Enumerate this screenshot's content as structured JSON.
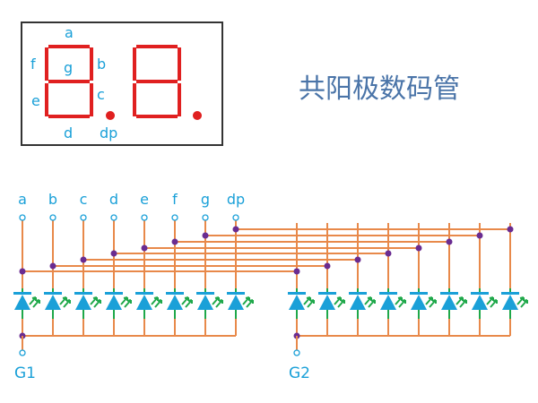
{
  "title": "共阳极数码管",
  "segment_labels": {
    "a": "a",
    "b": "b",
    "c": "c",
    "d": "d",
    "e": "e",
    "f": "f",
    "g": "g",
    "dp": "dp"
  },
  "pins": [
    "a",
    "b",
    "c",
    "d",
    "e",
    "f",
    "g",
    "dp"
  ],
  "grounds": [
    "G1",
    "G2"
  ],
  "colors": {
    "segment": "#e02020",
    "label": "#1aa0d8",
    "wire": "#e8894a",
    "junction": "#6a2c91",
    "diode": "#1aa0d8",
    "light": "#1fa84a",
    "title": "#4a74a8"
  }
}
